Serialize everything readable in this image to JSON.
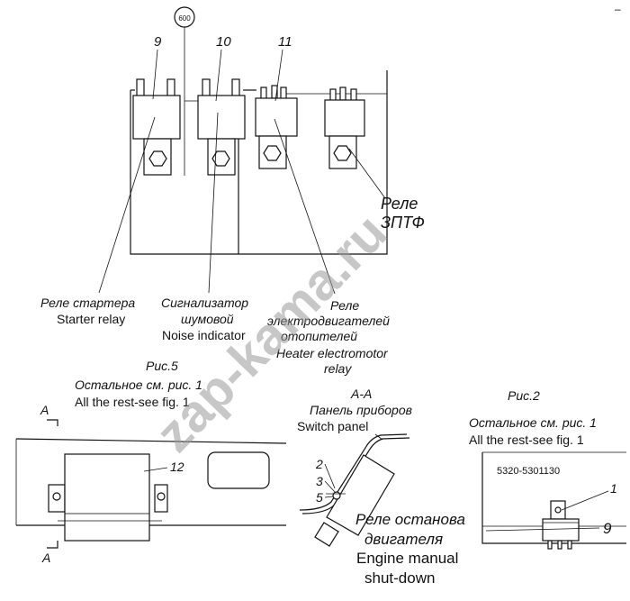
{
  "corner_mark": "–",
  "top_view": {
    "circle_label": "600",
    "numbers": [
      "9",
      "10",
      "11"
    ],
    "relay_zptf": [
      "Реле",
      "ЗПТФ"
    ],
    "starter_relay": [
      "Реле стартера",
      "Starter relay"
    ],
    "noise_indicator": [
      "Сигнализатор",
      "шумовой",
      "Noise indicator"
    ],
    "heater_relay": [
      "Реле",
      "электродвигателей",
      "отопителей",
      "Heater electromotor",
      "relay"
    ]
  },
  "fig5": {
    "title": "Рис.5",
    "note": [
      "Остальное см. рис. 1",
      "All the rest-see fig. 1"
    ],
    "section_top": "A",
    "section_bottom": "A",
    "part_number": "12"
  },
  "section_aa": {
    "title": "A-A",
    "panel": [
      "Панель приборов",
      "Switch panel"
    ],
    "numbers": [
      "2",
      "3",
      "5"
    ]
  },
  "fig2": {
    "title": "Рис.2",
    "note": [
      "Остальное см. рис. 1",
      "All the rest-see fig. 1"
    ],
    "part_label": "5320-5301130",
    "numbers": [
      "1",
      "9"
    ]
  },
  "engine_relay": [
    "Реле останова",
    "двигателя",
    "Engine manual",
    "shut-down"
  ],
  "watermark": "zap-kama.ru"
}
